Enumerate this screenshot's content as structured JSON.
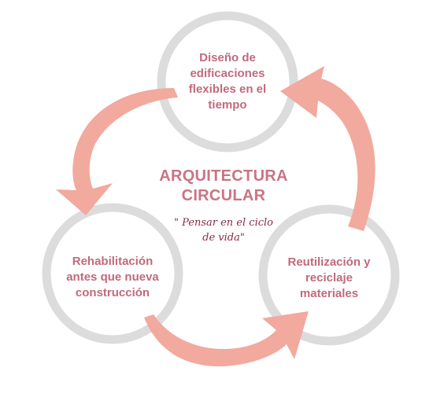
{
  "diagram": {
    "center": {
      "title": "ARQUITECTURA\nCIRCULAR",
      "subtitle": "\" Pensar en el ciclo\nde vida\""
    },
    "nodes": [
      {
        "id": "top",
        "label": "Diseño de\nedificaciones\nflexibles en el\ntiempo"
      },
      {
        "id": "left",
        "label": "Rehabilitación\nantes que nueva\nconstrucción"
      },
      {
        "id": "right",
        "label": "Reutilización y\nreciclaje\nmateriales"
      }
    ],
    "colors": {
      "ring": "#dcdcdc",
      "arrow": "#f2a99e",
      "text": "#c06a7c",
      "title": "#c97484",
      "subtitle": "#8a2c43"
    }
  }
}
